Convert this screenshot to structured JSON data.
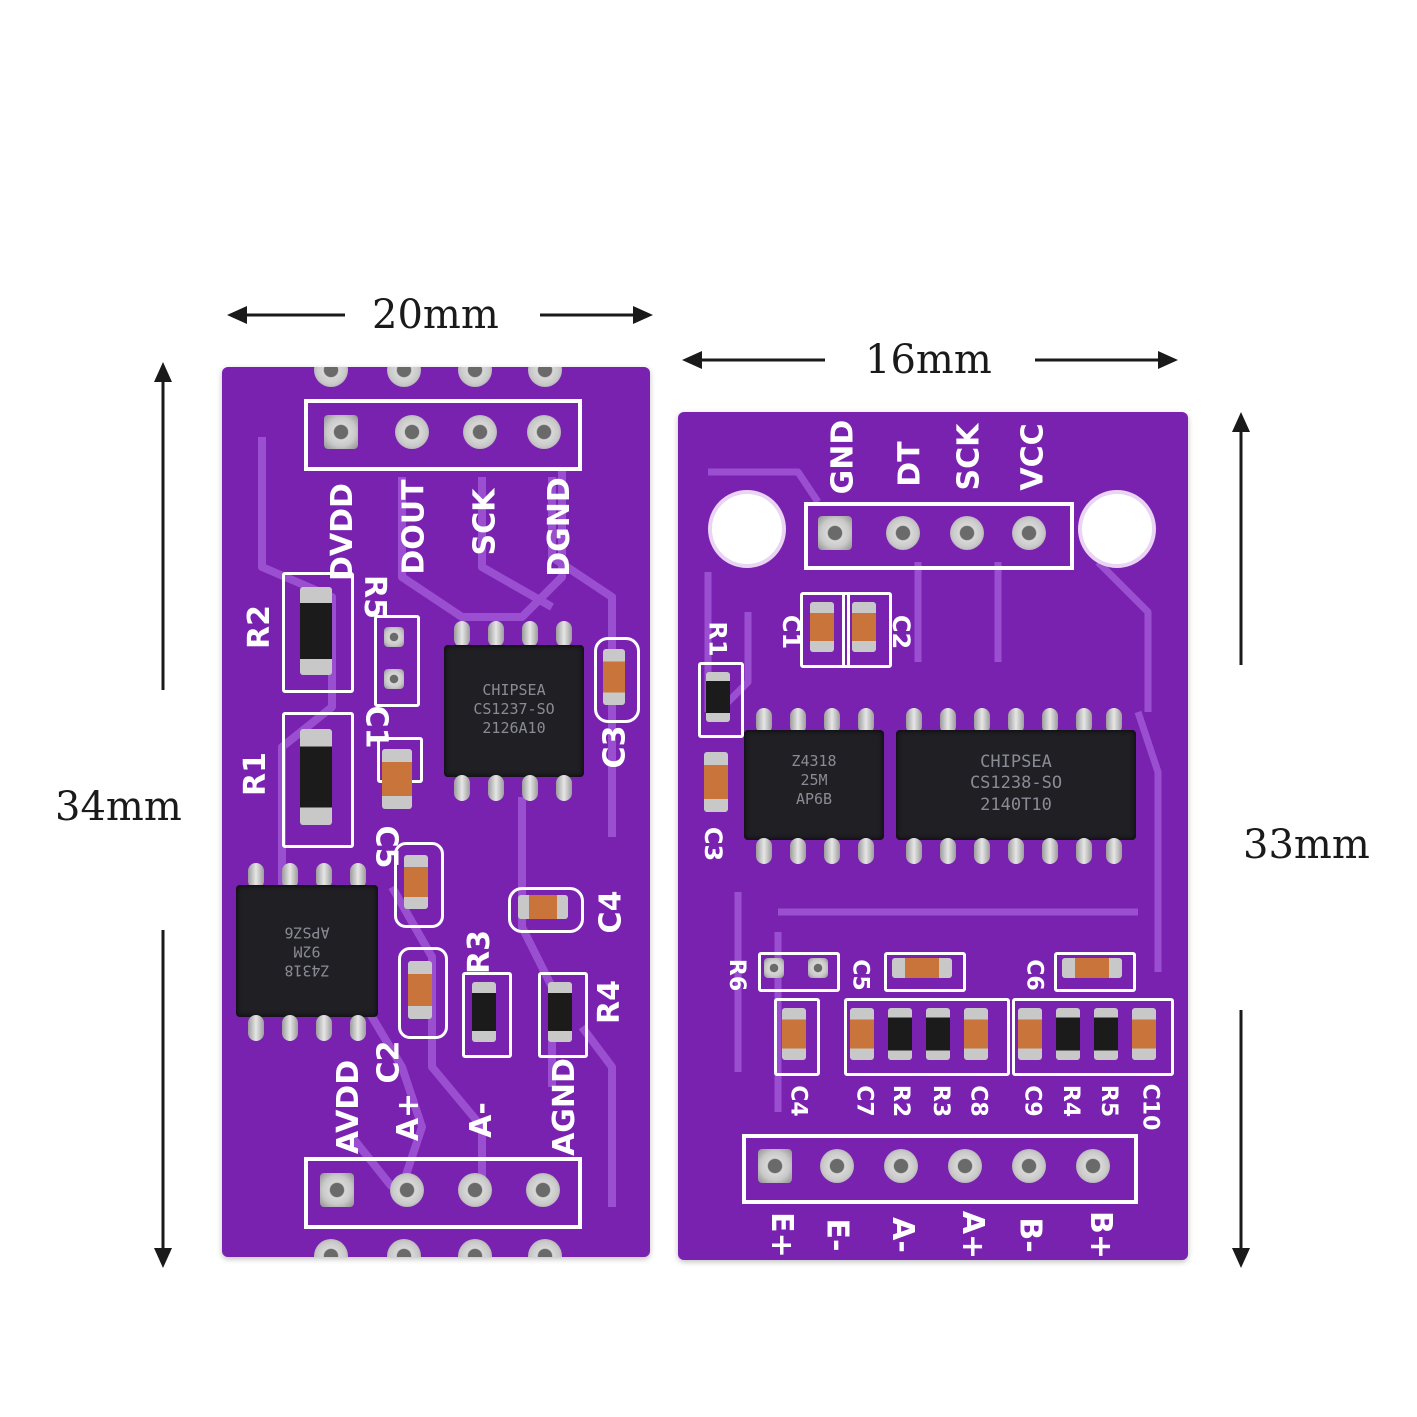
{
  "dimensions": {
    "left_width": "20mm",
    "left_height": "34mm",
    "right_width": "16mm",
    "right_height": "33mm"
  },
  "left_board": {
    "top_pins": [
      "DVDD",
      "DOUT",
      "SCK",
      "DGND"
    ],
    "bottom_pins": [
      "AVDD",
      "A+",
      "A-",
      "AGND"
    ],
    "components": [
      "R2",
      "R5",
      "R1",
      "C1",
      "C3",
      "C5",
      "C4",
      "R3",
      "R4",
      "C2"
    ],
    "chip_top": [
      "CHIPSEA",
      "CS1237-SO",
      "2126A10"
    ],
    "chip_bottom": [
      "Z4318",
      "92M",
      "APSZ6"
    ]
  },
  "right_board": {
    "top_pins": [
      "GND",
      "DT",
      "SCK",
      "VCC"
    ],
    "bottom_pins": [
      "E+",
      "E-",
      "A-",
      "A+",
      "B-",
      "B+"
    ],
    "components": [
      "C1",
      "C2",
      "R1",
      "C3",
      "R6",
      "C5",
      "C6",
      "C4",
      "C7",
      "R2",
      "R3",
      "C8",
      "C9",
      "R4",
      "R5",
      "C10"
    ],
    "chip_small": [
      "Z4318",
      "25M",
      "AP6B"
    ],
    "chip_large": [
      "CHIPSEA",
      "CS1238-SO",
      "2140T10"
    ]
  },
  "colors": {
    "pcb": "#7a22b0",
    "silkscreen": "#ffffff",
    "chip": "#1f1f24"
  }
}
